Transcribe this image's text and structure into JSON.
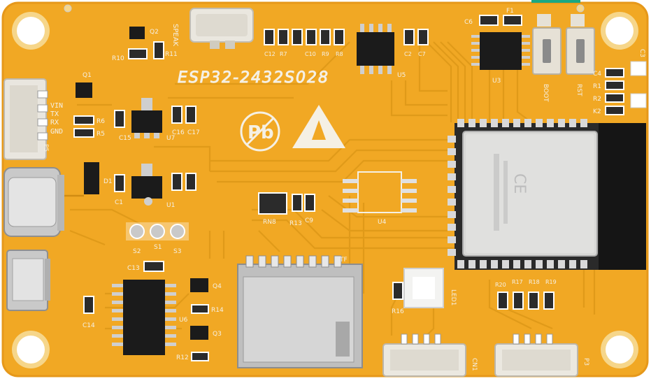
{
  "board": {
    "model": "ESP32-2432S028",
    "colors": {
      "pcb": "#f1a824",
      "trace": "#e09a19",
      "silkscreen": "#f5f0e4",
      "chip": "#1b1b1b",
      "metal": "#c9c9c9"
    }
  },
  "labels": {
    "speak": "SPEAK",
    "p5": "P5",
    "vin": "VIN",
    "tx": "TX",
    "rx": "RX",
    "gnd": "GND",
    "q1": "Q1",
    "q2": "Q2",
    "r10": "R10",
    "r11": "R11",
    "r5": "R5",
    "r6": "R6",
    "d1": "D1",
    "u7": "U7",
    "u1": "U1",
    "c12": "C12",
    "r7": "R7",
    "c10": "C10",
    "r9": "R9",
    "r8": "R8",
    "c2": "C2",
    "c7": "C7",
    "u5": "U5",
    "f1": "F1",
    "c6": "C6",
    "u3": "U3",
    "boot": "BOOT",
    "rst": "RST",
    "c3": "C3",
    "c4": "C4",
    "r1": "R1",
    "r2": "R2",
    "k2": "K2",
    "c17": "C17",
    "c16": "C16",
    "c15": "C15",
    "c1": "C1",
    "s1": "S1",
    "s2": "S2",
    "s3": "S3",
    "c13": "C13",
    "u6": "U6",
    "c14": "C14",
    "q4": "Q4",
    "r14": "R14",
    "q3": "Q3",
    "r12": "R12",
    "rn": "RN8",
    "r13": "R13",
    "c9": "C9",
    "u4": "U4",
    "tf": "TF",
    "r16": "R16",
    "led1": "LED1",
    "r20": "R20",
    "r17": "R17",
    "r18": "R18",
    "r19": "R19",
    "cn1": "CN1",
    "p3": "P3"
  },
  "icons": {
    "lead_free": "pb-free-icon",
    "esd": "esd-warning-icon",
    "ce": "ce-mark-icon"
  }
}
